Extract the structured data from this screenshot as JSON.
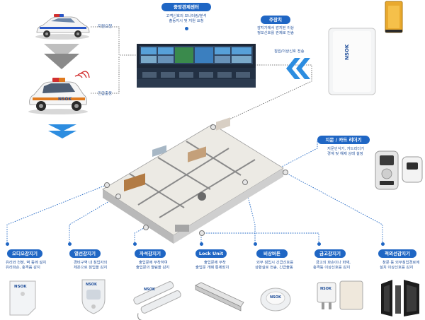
{
  "center": {
    "title": "중앙관제센터",
    "lines": [
      "고객신호의 모니터링/분석",
      "출동지시 및 지원 요청"
    ]
  },
  "controller": {
    "title": "주장치",
    "lines": [
      "감지기에서 감지된 이상",
      "정보신호를 관제로 전송"
    ],
    "signal": "침입/이상신호 전송"
  },
  "vehicle": {
    "support": "지원요청",
    "dispatch": "긴급출동",
    "brand": "NSOK"
  },
  "card_reader": {
    "title": "지문 / 카드 리더기",
    "lines": [
      "지문인식기, 카드리더기",
      "경계 및 해제 상태 설정"
    ]
  },
  "sensors": [
    {
      "title": "오디오감지기",
      "lines": [
        "유리와 천장, 벽 등에 설치",
        "유리파손, 충격음 감지"
      ]
    },
    {
      "title": "열선감지기",
      "lines": [
        "경비구역 내 침입자의",
        "체온으로 침입을 감지"
      ]
    },
    {
      "title": "자석감지기",
      "lines": [
        "출입문에 부착하여",
        "출입문의 열림을 감지"
      ]
    },
    {
      "title": "Lock Unit",
      "lines": [
        "출입문에 부착",
        "출입문 개폐 통제장치"
      ]
    },
    {
      "title": "비상버튼",
      "lines": [
        "외부 침입시 긴급신호를",
        "상황실로 전송, 긴급출동"
      ]
    },
    {
      "title": "금고감지기",
      "lines": [
        "금고의 파손이나 화재,",
        "충격등 이상신호를 감지"
      ]
    },
    {
      "title": "적외선감지기",
      "lines": [
        "창문 등 외부침입경로에",
        "설치 이상신호를 감지"
      ]
    }
  ],
  "brand_label": "NSOK",
  "colors": {
    "accent": "#1f66c4",
    "text": "#1f4e9a",
    "arrow": "#2d8de0"
  }
}
